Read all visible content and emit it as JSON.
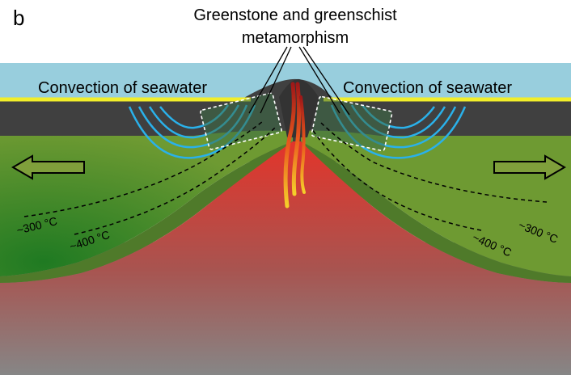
{
  "figure": {
    "panel_letter": "b",
    "title_line1": "Greenstone and greenschist",
    "title_line2": "metamorphism",
    "convection_left": "Convection of seawater",
    "convection_right": "Convection of seawater",
    "iso_300_left": "~300 °C",
    "iso_400_left": "~400 °C",
    "iso_300_right": "~300 °C",
    "iso_400_right": "~400 °C"
  },
  "colors": {
    "seawater": "#98cedd",
    "sediment": "#f2ee2a",
    "basalt_crust": "#404040",
    "green_rock": "#6e9a32",
    "mantle_hot": "#e52d26",
    "mantle_cool": "#7a7a7a",
    "convection_lines": "#2ab1ea"
  }
}
